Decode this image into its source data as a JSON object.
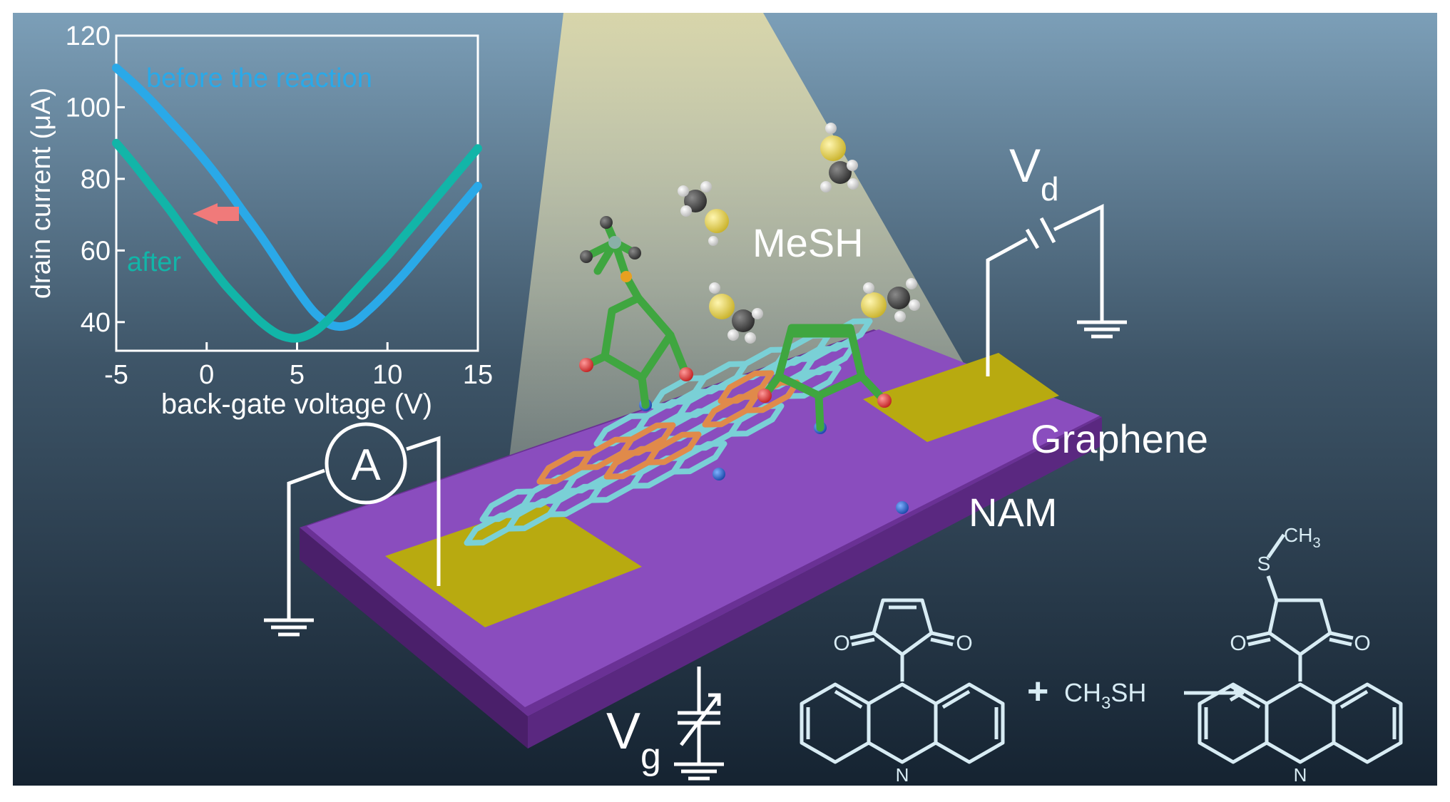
{
  "colors": {
    "background_top": "#7c9fb8",
    "background_bottom": "#152331",
    "substrate": "#7a3fa6",
    "electrode": "#b8aa10",
    "graphene_lattice": "#7ad0d6",
    "nam_ring": "#e08a4a",
    "molecule": "#3fa640",
    "sulfur": "#e6d450",
    "wire": "#ffffff",
    "curve_before": "#2aa9e8",
    "curve_after": "#12b5a8",
    "shift_arrow": "#f07a7a"
  },
  "labels": {
    "mesh": "MeSH",
    "graphene": "Graphene",
    "nam": "NAM",
    "vd_main": "V",
    "vd_sub": "d",
    "vg_main": "V",
    "vg_sub": "g",
    "ammeter": "A"
  },
  "reaction": {
    "plus": "+",
    "reagent_main": "CH",
    "reagent_sub": "3",
    "reagent_tail": "SH",
    "o_label": "O",
    "n_label": "N",
    "s_label": "S",
    "methyl_main": "CH",
    "methyl_sub": "3"
  },
  "chart_data": {
    "type": "line",
    "xlabel": "back-gate voltage (V)",
    "ylabel": "drain current (μA)",
    "xlim": [
      -5,
      15
    ],
    "ylim": [
      32,
      120
    ],
    "xticks": [
      "-5",
      "0",
      "5",
      "10",
      "15"
    ],
    "yticks": [
      "40",
      "60",
      "80",
      "100",
      "120"
    ],
    "grid": false,
    "series": [
      {
        "name": "before the reaction",
        "color": "#2aa9e8",
        "x": [
          -5,
          -4,
          -3,
          -2,
          -1,
          0,
          1,
          2,
          3,
          4,
          5,
          6,
          7,
          8,
          9,
          10,
          11,
          12,
          13,
          14,
          15
        ],
        "y": [
          111,
          106.5,
          101.5,
          96,
          90.5,
          84.5,
          78,
          71,
          64,
          56.5,
          49,
          42.5,
          39,
          39.5,
          43.5,
          48.5,
          54,
          60,
          66,
          72,
          78
        ]
      },
      {
        "name": "after",
        "color": "#12b5a8",
        "x": [
          -5,
          -4,
          -3,
          -2,
          -1,
          0,
          1,
          2,
          3,
          4,
          5,
          6,
          7,
          8,
          9,
          10,
          11,
          12,
          13,
          14,
          15
        ],
        "y": [
          90,
          84,
          77.5,
          71,
          64,
          57,
          50.5,
          45,
          40,
          36.5,
          35.5,
          37.5,
          42,
          47.5,
          53,
          58.5,
          64.5,
          70.5,
          76.5,
          82.5,
          88.5
        ]
      }
    ]
  }
}
